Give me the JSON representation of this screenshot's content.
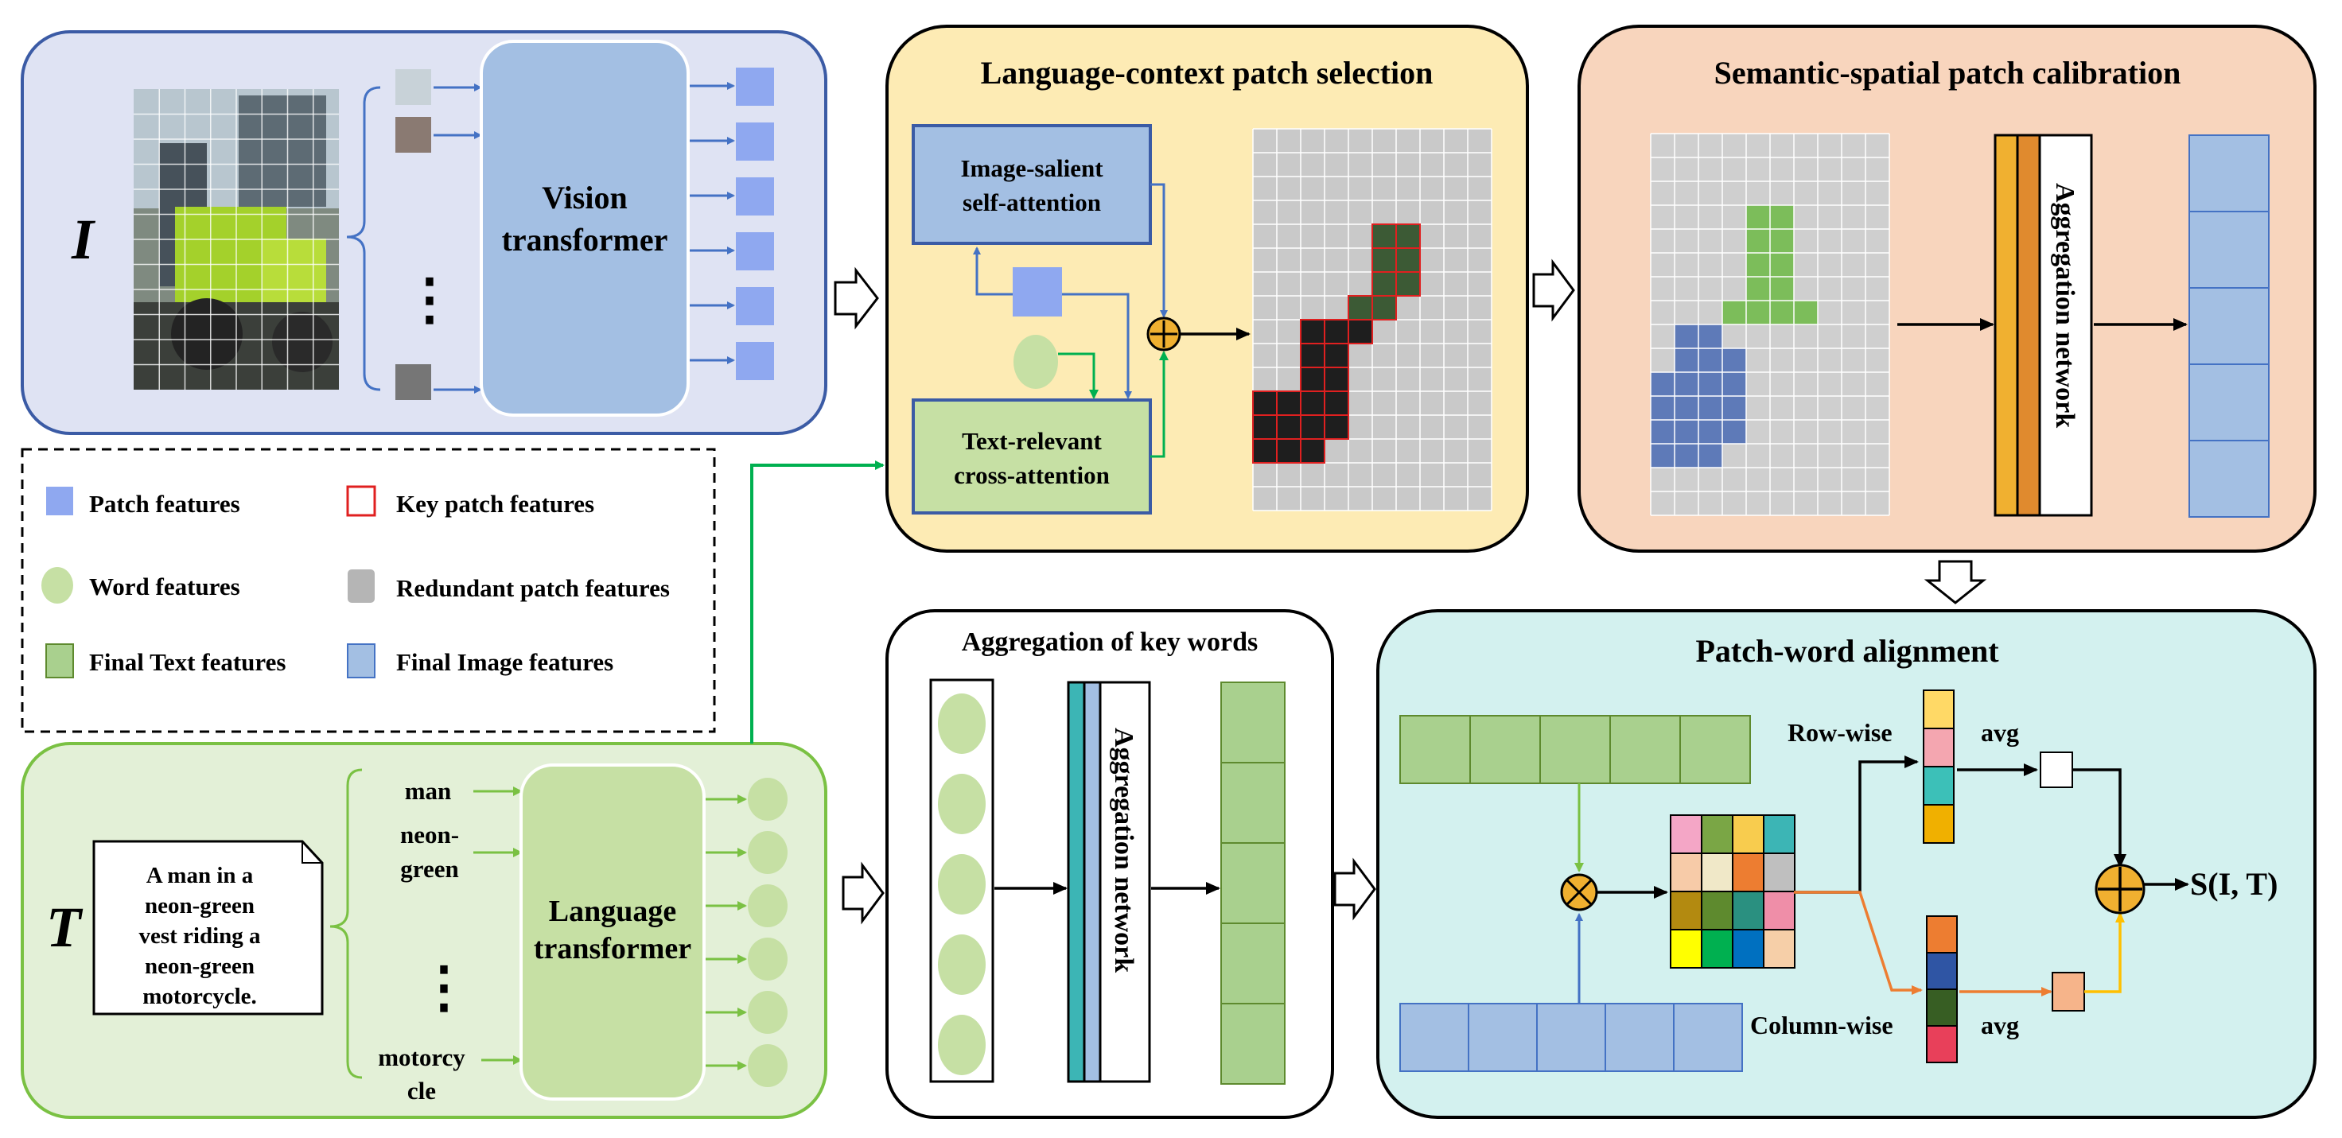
{
  "image_branch": {
    "symbol": "I",
    "encoder": [
      "Vision",
      "transformer"
    ],
    "ellipsis": "⋮"
  },
  "text_branch": {
    "symbol": "T",
    "caption_lines": [
      "A man in a",
      "neon-green",
      "vest riding a",
      "neon-green",
      "motorcycle."
    ],
    "words": [
      {
        "lines": [
          "man"
        ]
      },
      {
        "lines": [
          "neon-",
          "green"
        ]
      },
      {
        "lines": [
          "motorcy",
          "cle"
        ]
      }
    ],
    "ellipsis": "⋮",
    "encoder": [
      "Language",
      "transformer"
    ]
  },
  "legend": {
    "items": [
      {
        "label": "Patch features",
        "shape": "patch"
      },
      {
        "label": "Key patch features",
        "shape": "key-patch"
      },
      {
        "label": "Word features",
        "shape": "word"
      },
      {
        "label": "Redundant patch features",
        "shape": "redundant"
      },
      {
        "label": "Final Text features",
        "shape": "final-text"
      },
      {
        "label": "Final Image features",
        "shape": "final-image"
      }
    ]
  },
  "selection": {
    "title": "Language-context patch selection",
    "self_attention": [
      "Image-salient",
      "self-attention"
    ],
    "cross_attention": [
      "Text-relevant",
      "cross-attention"
    ],
    "fuse_symbol": "+"
  },
  "calibration": {
    "title": "Semantic-spatial patch calibration",
    "aggregation": "Aggregation network"
  },
  "key_words": {
    "title": "Aggregation of key words",
    "aggregation": "Aggregation network"
  },
  "alignment": {
    "title": "Patch-word alignment",
    "row_label": "Row-wise",
    "column_label": "Column-wise",
    "avg": "avg",
    "multiply_symbol": "×",
    "sum_symbol": "+",
    "output": "S(I, T)"
  },
  "colors": {
    "patch": "#8fa8f0",
    "word": "#c6e0a4",
    "final_text": "#a9d08e",
    "final_image": "#a3bfe3",
    "key_patch": "#e02020",
    "redundant": "#b5b5b5",
    "image_panel": "#dfe3f3",
    "text_panel": "#e3f0d7",
    "selection_panel": "#fdebb4",
    "calibration_panel": "#f8d5bd",
    "alignment_panel": "#d3f1ef",
    "blue_line": "#4472c4",
    "green_line": "#00b050",
    "orange_line": "#ed7d31",
    "yellow_line": "#ffc000",
    "operator": "#f0b030"
  },
  "similarity_matrix": [
    [
      "#f4a6c6",
      "#7aa645",
      "#f8cc4e",
      "#3cb5b5"
    ],
    [
      "#f7cba8",
      "#f0e8c8",
      "#ed7d31",
      "#bfbfbf"
    ],
    [
      "#b38a10",
      "#5e8a2e",
      "#2a9080",
      "#ef8ea8"
    ],
    [
      "#ffff00",
      "#00b050",
      "#0070c0",
      "#f6cfa8"
    ]
  ],
  "row_avg_colors": [
    "#ffd966",
    "#f4a6b0",
    "#3cc0b8",
    "#f0b000"
  ],
  "column_avg_colors": [
    "#ed7d31",
    "#2f55a4",
    "#375e23",
    "#e8405a"
  ]
}
